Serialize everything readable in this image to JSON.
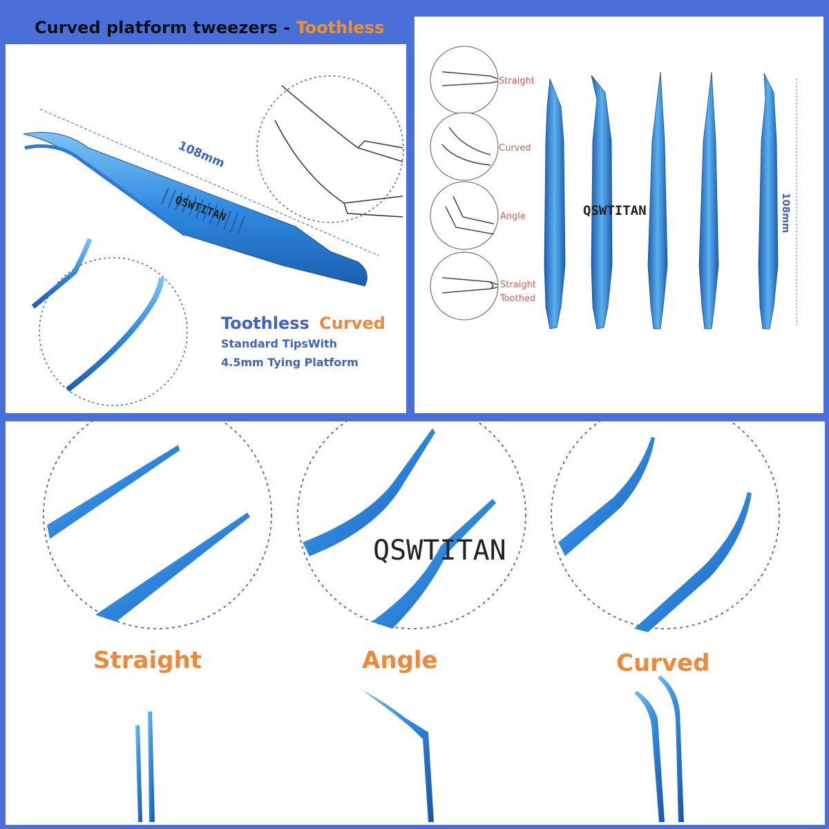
{
  "header": {
    "title_main": "Curved platform tweezers - ",
    "title_accent": "Toothless"
  },
  "panel_left": {
    "dimension": "108mm",
    "brand": "QSWTITAN",
    "label_blue": "Toothless",
    "label_orange": "Curved",
    "desc_line1": "Standard TipsWith",
    "desc_line2": "4.5mm Tying Platform"
  },
  "panel_right": {
    "tip_types": [
      "Straight",
      "Curved",
      "Angle",
      "Straight",
      "Toothed"
    ],
    "brand": "QSWTITAN",
    "dimension": "108mm"
  },
  "panel_bottom": {
    "labels": [
      "Straight",
      "Angle",
      "Curved"
    ],
    "brand": "QSWTITAN"
  },
  "colors": {
    "frame": "#4a6fd8",
    "steel_blue": "#3a92e0",
    "accent_orange": "#f0883a",
    "text_blue": "#3d63c4"
  }
}
